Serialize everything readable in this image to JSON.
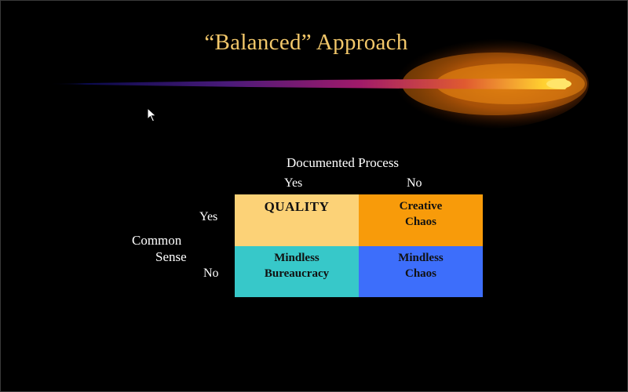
{
  "slide": {
    "title": "“Balanced” Approach"
  },
  "matrix": {
    "column_header": "Documented Process",
    "column_labels": [
      "Yes",
      "No"
    ],
    "row_header_line1": "Common",
    "row_header_line2": "Sense",
    "row_labels": [
      "Yes",
      "No"
    ],
    "cells": {
      "yes_yes": {
        "line1": "QUALITY",
        "line2": "",
        "color": "#fcd277"
      },
      "yes_no": {
        "line1": "Creative",
        "line2": "Chaos",
        "color": "#f89b0a"
      },
      "no_yes": {
        "line1": "Mindless",
        "line2": "Bureaucracy",
        "color": "#37c8c9"
      },
      "no_no": {
        "line1": "Mindless",
        "line2": "Chaos",
        "color": "#3d6efb"
      }
    }
  },
  "colors": {
    "background": "#000000",
    "title": "#f2c76a",
    "label_text": "#ffffff"
  },
  "icons": {
    "cursor": "mouse-pointer-icon",
    "decoration": "comet-streak"
  }
}
